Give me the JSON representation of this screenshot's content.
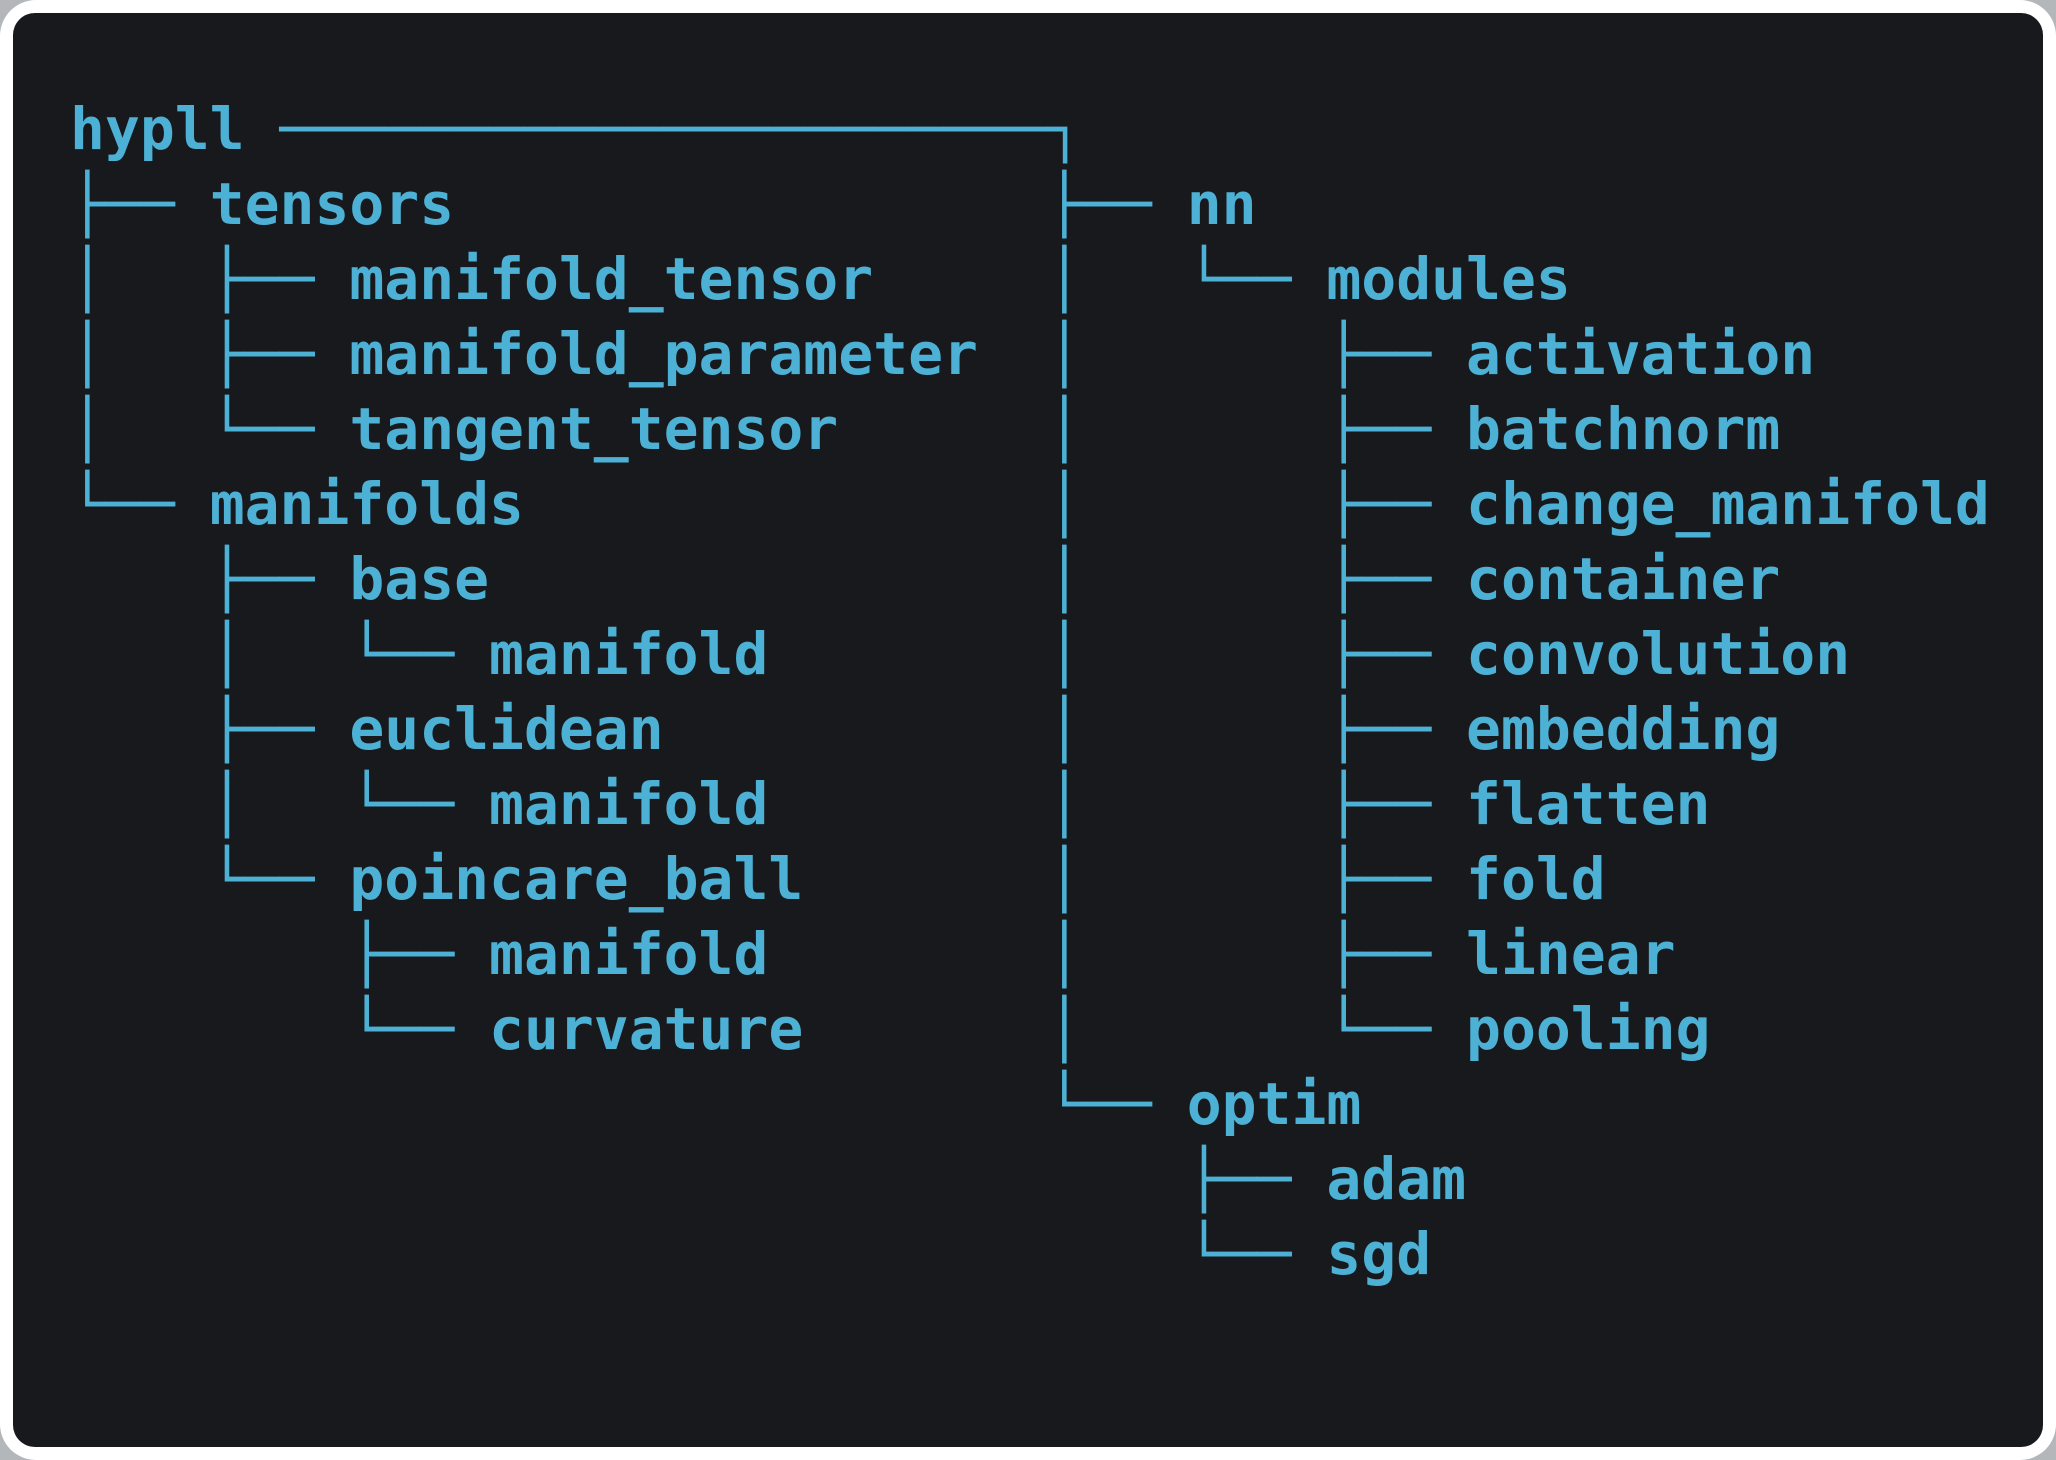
{
  "colors": {
    "page_background": "#b3b7ba",
    "frame": "#ffffff",
    "panel_background": "#17191c",
    "tree_text": "#4db1d6"
  },
  "tree": {
    "root": "hypll",
    "root_connector": " ──────────────────────┐",
    "left": [
      {
        "prefix": "├── ",
        "label": "tensors"
      },
      {
        "prefix": "│   ├── ",
        "label": "manifold_tensor"
      },
      {
        "prefix": "│   ├── ",
        "label": "manifold_parameter"
      },
      {
        "prefix": "│   └── ",
        "label": "tangent_tensor"
      },
      {
        "prefix": "└── ",
        "label": "manifolds"
      },
      {
        "prefix": "    ├── ",
        "label": "base"
      },
      {
        "prefix": "    │   └── ",
        "label": "manifold"
      },
      {
        "prefix": "    ├── ",
        "label": "euclidean"
      },
      {
        "prefix": "    │   └── ",
        "label": "manifold"
      },
      {
        "prefix": "    └── ",
        "label": "poincare_ball"
      },
      {
        "prefix": "        ├── ",
        "label": "manifold"
      },
      {
        "prefix": "        └── ",
        "label": "curvature"
      }
    ],
    "right": [
      {
        "prefix": "├── ",
        "label": "nn"
      },
      {
        "prefix": "│   └── ",
        "label": "modules"
      },
      {
        "prefix": "│       ├── ",
        "label": "activation"
      },
      {
        "prefix": "│       ├── ",
        "label": "batchnorm"
      },
      {
        "prefix": "│       ├── ",
        "label": "change_manifold"
      },
      {
        "prefix": "│       ├── ",
        "label": "container"
      },
      {
        "prefix": "│       ├── ",
        "label": "convolution"
      },
      {
        "prefix": "│       ├── ",
        "label": "embedding"
      },
      {
        "prefix": "│       ├── ",
        "label": "flatten"
      },
      {
        "prefix": "│       ├── ",
        "label": "fold"
      },
      {
        "prefix": "│       ├── ",
        "label": "linear"
      },
      {
        "prefix": "│       └── ",
        "label": "pooling"
      },
      {
        "prefix": "└── ",
        "label": "optim"
      },
      {
        "prefix": "    ├── ",
        "label": "adam"
      },
      {
        "prefix": "    └── ",
        "label": "sgd"
      }
    ]
  }
}
